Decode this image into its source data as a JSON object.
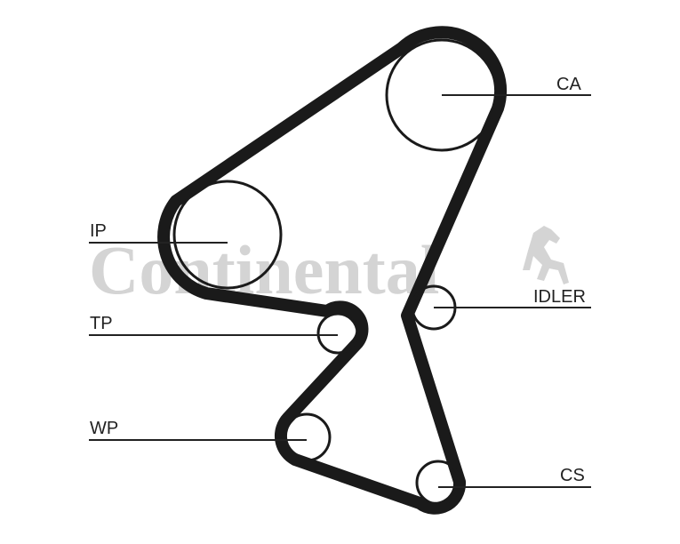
{
  "watermark": {
    "brand": "Continental"
  },
  "labels": {
    "ca": "CA",
    "ip": "IP",
    "tp": "TP",
    "idler": "IDLER",
    "wp": "WP",
    "cs": "CS"
  },
  "colors": {
    "belt": "#1a1a1a",
    "watermark": "#d4d4d4",
    "line": "#222222"
  }
}
